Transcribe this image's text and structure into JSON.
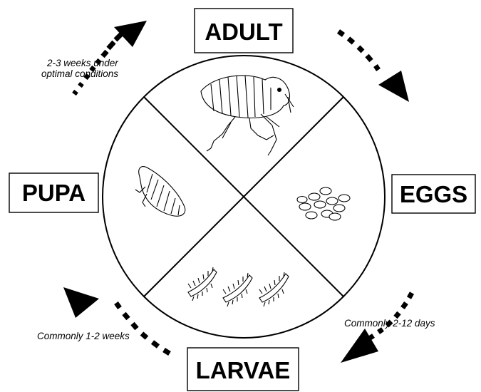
{
  "stages": {
    "adult": "ADULT",
    "eggs": "EGGS",
    "larvae": "LARVAE",
    "pupa": "PUPA"
  },
  "notes": {
    "pupa_to_adult_line1": "2-3 weeks under",
    "pupa_to_adult_line2": "optimal conditions",
    "eggs_to_larvae": "Commonly 2-12 days",
    "larvae_to_pupa": "Commonly 1-2 weeks"
  },
  "icons": [
    "flea-adult-icon",
    "flea-eggs-icon",
    "flea-larvae-icon",
    "flea-pupa-icon"
  ]
}
